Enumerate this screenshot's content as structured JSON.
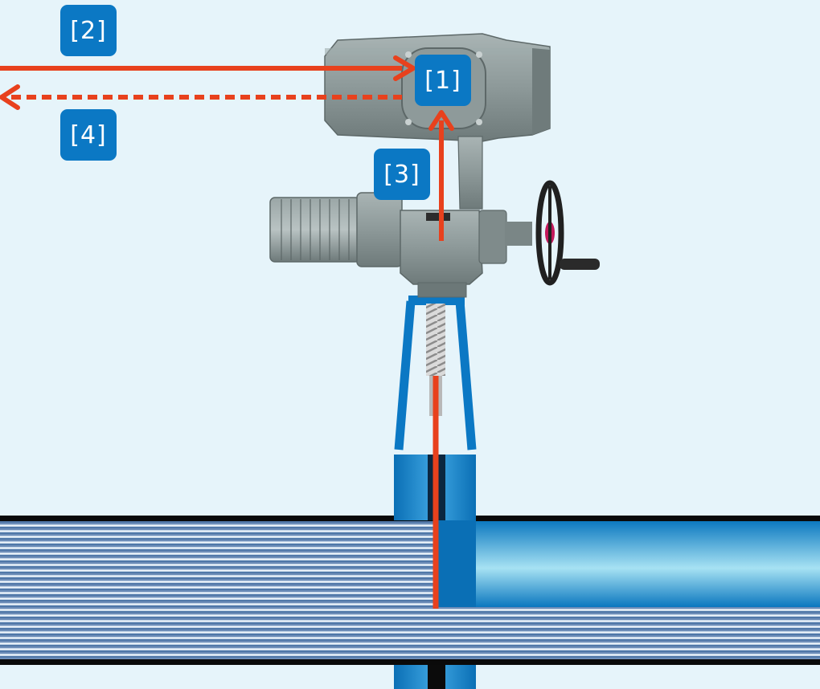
{
  "colors": {
    "background": "#e6f4fa",
    "accent_blue": "#0b78c4",
    "signal_red": "#e8411d",
    "actuator_grey": "#8a9696",
    "handwheel_red": "#c2185b"
  },
  "labels": {
    "actuator": "[1]",
    "command": "[2]",
    "feedback_path": "[3]",
    "return_signal": "[4]"
  },
  "icons": {
    "actuator": "electric-actuator-icon",
    "handwheel": "handwheel-icon",
    "valve": "gate-valve-icon",
    "pipe": "pipeline-icon"
  }
}
